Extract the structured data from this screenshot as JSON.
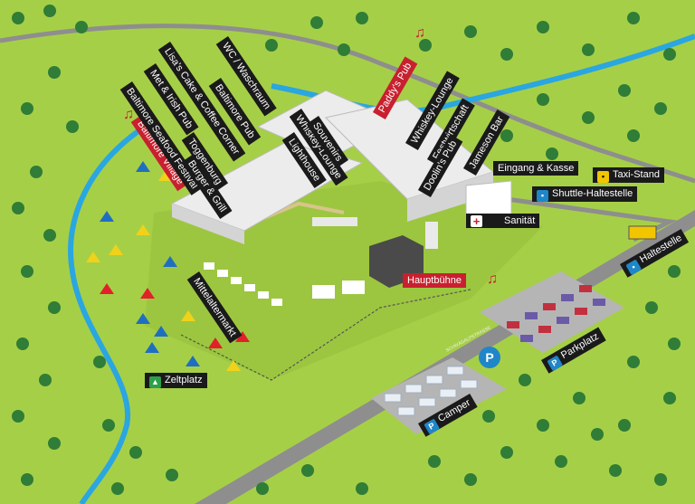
{
  "title": "",
  "colors": {
    "grass": "#a6cf48",
    "river": "#2aa6e0",
    "road": "#8e8e8e",
    "tent_red": "#e2202a",
    "tent_blue": "#1f6fc0",
    "tent_yellow": "#f0d21a",
    "label_bg": "#1a1a1a",
    "label_highlight": "#c8202f"
  },
  "labels": {
    "baltimore_village": "Baltimore Village",
    "baltimore_seafood": "Baltimore Seafood Festival",
    "met_irish_pub": "Met & Irish Pub",
    "lisas_cake": "Lisa's Cake & Coffee Corner",
    "baltimore_pub": "Baltimore Pub",
    "wc": "WC / Waschraum",
    "toggenburg": "Toggenburg",
    "burger_grill": "Burger & Grill",
    "lighthouse": "Lighthouse",
    "whiskey_lounge_left": "Whiskey-Lounge",
    "souvenirs": "Souvenirs",
    "paddys_pub": "Paddy's Pub",
    "whiskey_lounge_right": "Whiskey-Lounge",
    "festwirtschaft": "Festwirtschaft",
    "doolins_pub": "Doolin's Pub",
    "jameson_bar": "Jameson Bar",
    "eingang_kasse": "Eingang & Kasse",
    "taxi_stand": "Taxi-Stand",
    "shuttle": "Shuttle-Haltestelle",
    "sanitaet": "Sanität",
    "haltestelle": "Haltestelle",
    "hauptbuehne": "Hauptbühne",
    "mittelaltermarkt": "Mittelaltermarkt",
    "parkplatz": "Parkplatz",
    "zeltplatz": "Zeltplatz",
    "camper": "Camper",
    "street_name": "SCHWÄGALPSTRASSE"
  },
  "icons": {
    "music": "music-note-icon",
    "medical": "medical-cross-icon",
    "bus": "bus-icon",
    "taxi": "taxi-icon",
    "parking": "parking-icon",
    "tent": "tent-icon",
    "parking_symbol": "P"
  }
}
